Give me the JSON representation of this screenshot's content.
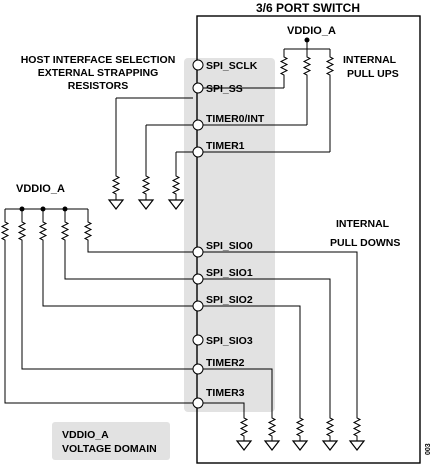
{
  "title": "3/6 PORT SWITCH",
  "rail_top_right": "VDDIO_A",
  "rail_left": "VDDIO_A",
  "host_note": [
    "HOST INTERFACE SELECTION",
    "EXTERNAL STRAPPING",
    "RESISTORS"
  ],
  "pull_ups_note": [
    "INTERNAL",
    "PULL UPS"
  ],
  "pull_downs_note": [
    "INTERNAL",
    "PULL DOWNS"
  ],
  "domain_legend": [
    "VDDIO_A",
    "VOLTAGE DOMAIN"
  ],
  "domain_color": "#e2e2e2",
  "figure_code": "003",
  "pins": [
    {
      "id": "spi-sclk",
      "label": "SPI_SCLK"
    },
    {
      "id": "spi-ss",
      "label": "SPI_SS"
    },
    {
      "id": "timer0-int",
      "label": "TIMER0/INT"
    },
    {
      "id": "timer1",
      "label": "TIMER1"
    },
    {
      "id": "spi-sio0",
      "label": "SPI_SIO0"
    },
    {
      "id": "spi-sio1",
      "label": "SPI_SIO1"
    },
    {
      "id": "spi-sio2",
      "label": "SPI_SIO2"
    },
    {
      "id": "spi-sio3",
      "label": "SPI_SIO3"
    },
    {
      "id": "timer2",
      "label": "TIMER2"
    },
    {
      "id": "timer3",
      "label": "TIMER3"
    }
  ]
}
